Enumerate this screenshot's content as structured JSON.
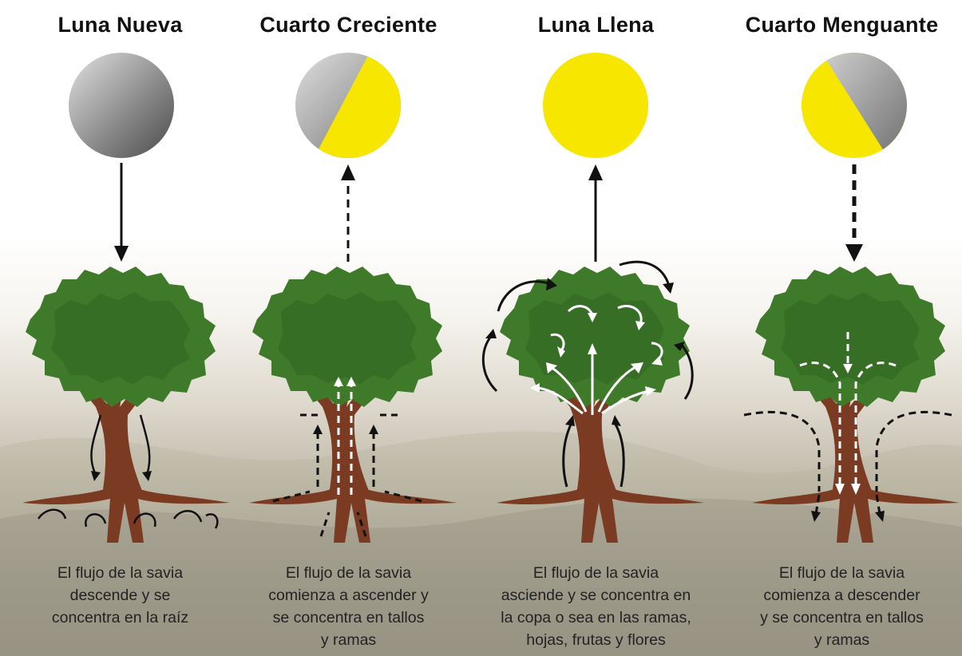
{
  "phases": [
    {
      "title": "Luna Nueva",
      "moon_icon": "new-moon",
      "caption_lines": [
        "El flujo de la savia",
        "descende y se",
        "concentra en la raíz"
      ]
    },
    {
      "title": "Cuarto Creciente",
      "moon_icon": "first-quarter-moon",
      "caption_lines": [
        "El flujo de la savia",
        "comienza a ascender y",
        "se concentra en tallos",
        "y ramas"
      ]
    },
    {
      "title": "Luna Llena",
      "moon_icon": "full-moon",
      "caption_lines": [
        "El flujo de la savia",
        "asciende y se concentra en",
        "la copa o sea en las ramas,",
        "hojas, frutas y flores"
      ]
    },
    {
      "title": "Cuarto Menguante",
      "moon_icon": "last-quarter-moon",
      "caption_lines": [
        "El flujo de la savia",
        "comienza a descender",
        "y se concentra en tallos",
        "y ramas"
      ]
    }
  ],
  "colors": {
    "moon_yellow": "#f7e600",
    "moon_gray": "#9a9a9a",
    "foliage": "#3f7a2a",
    "trunk": "#7a3b22",
    "arrow": "#111111"
  }
}
